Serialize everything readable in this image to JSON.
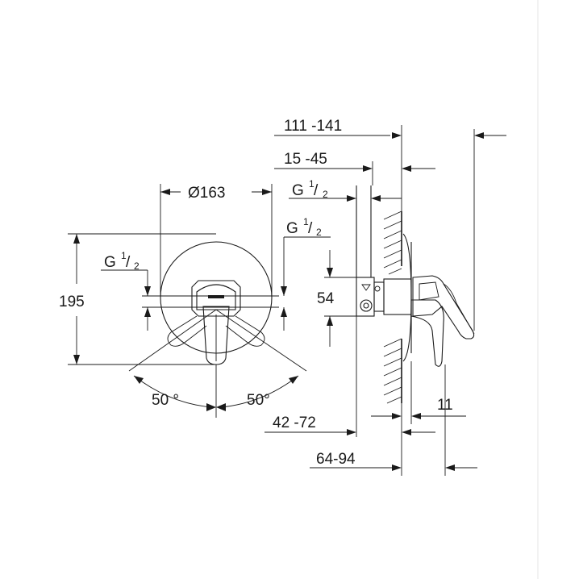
{
  "dimensions": {
    "d111_141": "111 -141",
    "d15_45": "15 -45",
    "thread_top": {
      "base": "G",
      "num": "1",
      "den": "2"
    },
    "thread_right": {
      "base": "G",
      "num": "1",
      "den": "2"
    },
    "thread_left": {
      "base": "G",
      "num": "1",
      "den": "2"
    },
    "diameter": "Ø163",
    "height": "195",
    "d54": "54",
    "angle_left": "50 °",
    "angle_right": "50°",
    "d42_72": "42 -72",
    "d11": "11",
    "d64_94": "64-94"
  }
}
